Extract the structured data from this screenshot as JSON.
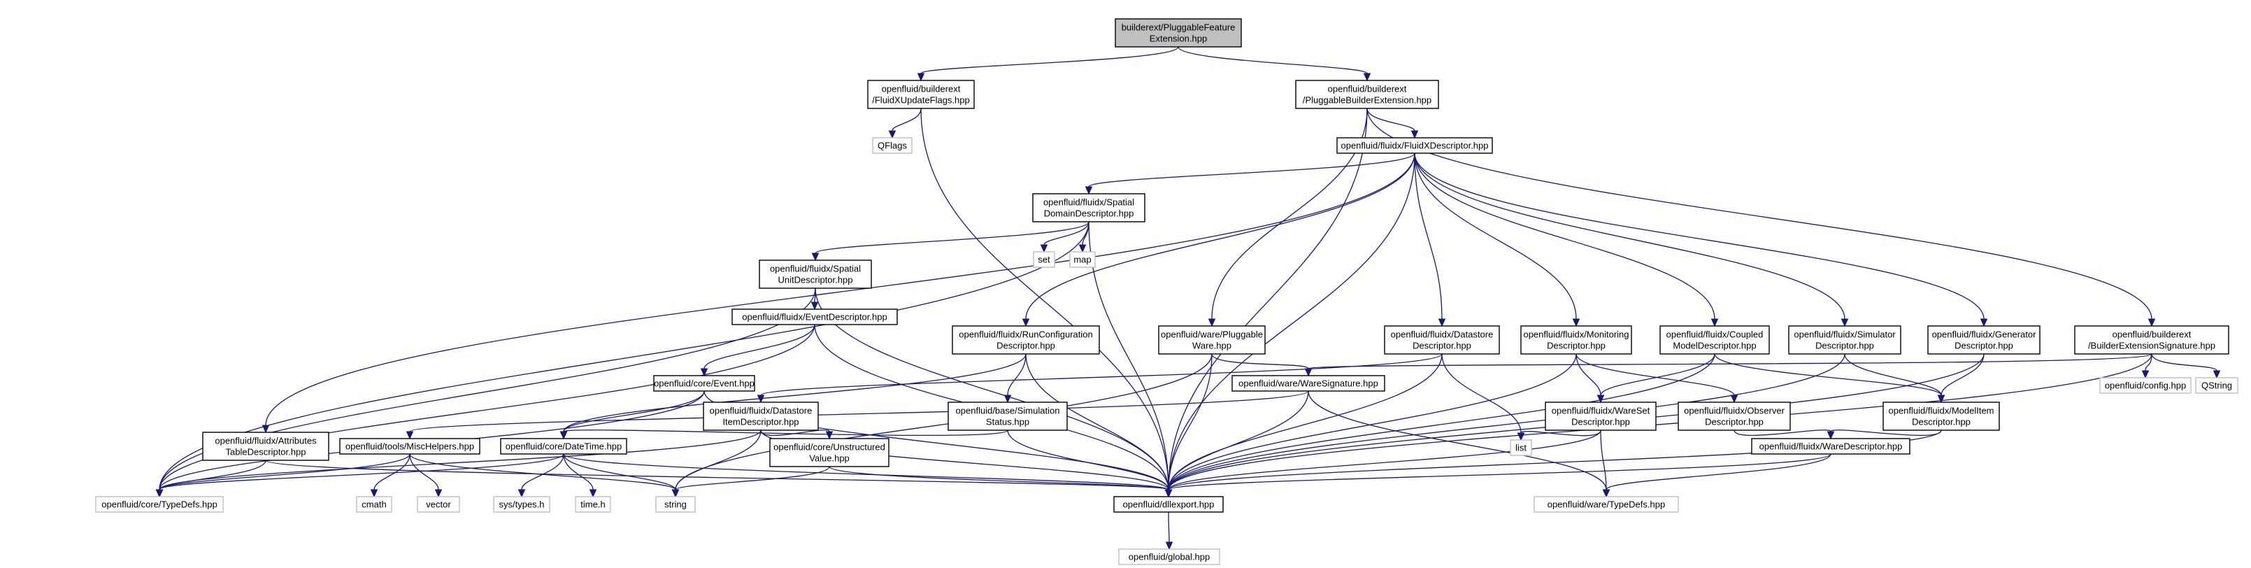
{
  "colors": {
    "edge": "#191970",
    "node_border": "#000000",
    "external_border": "#bfbfbf",
    "root_fill": "#bfbfbf",
    "node_fill": "#ffffff"
  },
  "nodes": [
    {
      "id": "root",
      "lines": [
        "builderext/PluggableFeature",
        "Extension.hpp"
      ],
      "kind": "root"
    },
    {
      "id": "fxuf",
      "lines": [
        "openfluid/builderext",
        "/FluidXUpdateFlags.hpp"
      ],
      "kind": "file"
    },
    {
      "id": "pbe",
      "lines": [
        "openfluid/builderext",
        "/PluggableBuilderExtension.hpp"
      ],
      "kind": "file"
    },
    {
      "id": "qflags",
      "lines": [
        "QFlags"
      ],
      "kind": "external"
    },
    {
      "id": "fxd",
      "lines": [
        "openfluid/fluidx/FluidXDescriptor.hpp"
      ],
      "kind": "file"
    },
    {
      "id": "sdd",
      "lines": [
        "openfluid/fluidx/Spatial",
        "DomainDescriptor.hpp"
      ],
      "kind": "file"
    },
    {
      "id": "set",
      "lines": [
        "set"
      ],
      "kind": "external"
    },
    {
      "id": "map",
      "lines": [
        "map"
      ],
      "kind": "external"
    },
    {
      "id": "sud",
      "lines": [
        "openfluid/fluidx/Spatial",
        "UnitDescriptor.hpp"
      ],
      "kind": "file"
    },
    {
      "id": "ed",
      "lines": [
        "openfluid/fluidx/EventDescriptor.hpp"
      ],
      "kind": "file"
    },
    {
      "id": "rcd",
      "lines": [
        "openfluid/fluidx/RunConfiguration",
        "Descriptor.hpp"
      ],
      "kind": "file"
    },
    {
      "id": "pw",
      "lines": [
        "openfluid/ware/Pluggable",
        "Ware.hpp"
      ],
      "kind": "file"
    },
    {
      "id": "dsd",
      "lines": [
        "openfluid/fluidx/Datastore",
        "Descriptor.hpp"
      ],
      "kind": "file"
    },
    {
      "id": "md",
      "lines": [
        "openfluid/fluidx/Monitoring",
        "Descriptor.hpp"
      ],
      "kind": "file"
    },
    {
      "id": "cmd",
      "lines": [
        "openfluid/fluidx/Coupled",
        "ModelDescriptor.hpp"
      ],
      "kind": "file"
    },
    {
      "id": "simd",
      "lines": [
        "openfluid/fluidx/Simulator",
        "Descriptor.hpp"
      ],
      "kind": "file"
    },
    {
      "id": "gend",
      "lines": [
        "openfluid/fluidx/Generator",
        "Descriptor.hpp"
      ],
      "kind": "file"
    },
    {
      "id": "bes",
      "lines": [
        "openfluid/builderext",
        "/BuilderExtensionSignature.hpp"
      ],
      "kind": "file"
    },
    {
      "id": "ev",
      "lines": [
        "openfluid/core/Event.hpp"
      ],
      "kind": "file"
    },
    {
      "id": "dsid",
      "lines": [
        "openfluid/fluidx/Datastore",
        "ItemDescriptor.hpp"
      ],
      "kind": "file"
    },
    {
      "id": "ss",
      "lines": [
        "openfluid/base/Simulation",
        "Status.hpp"
      ],
      "kind": "file"
    },
    {
      "id": "ws",
      "lines": [
        "openfluid/ware/WareSignature.hpp"
      ],
      "kind": "file"
    },
    {
      "id": "wsd",
      "lines": [
        "openfluid/fluidx/WareSet",
        "Descriptor.hpp"
      ],
      "kind": "file"
    },
    {
      "id": "od",
      "lines": [
        "openfluid/fluidx/Observer",
        "Descriptor.hpp"
      ],
      "kind": "file"
    },
    {
      "id": "mid",
      "lines": [
        "openfluid/fluidx/ModelItem",
        "Descriptor.hpp"
      ],
      "kind": "file"
    },
    {
      "id": "config",
      "lines": [
        "openfluid/config.hpp"
      ],
      "kind": "external"
    },
    {
      "id": "qstring",
      "lines": [
        "QString"
      ],
      "kind": "external"
    },
    {
      "id": "atd",
      "lines": [
        "openfluid/fluidx/Attributes",
        "TableDescriptor.hpp"
      ],
      "kind": "file"
    },
    {
      "id": "mh",
      "lines": [
        "openfluid/tools/MiscHelpers.hpp"
      ],
      "kind": "file"
    },
    {
      "id": "dt",
      "lines": [
        "openfluid/core/DateTime.hpp"
      ],
      "kind": "file"
    },
    {
      "id": "uv",
      "lines": [
        "openfluid/core/Unstructured",
        "Value.hpp"
      ],
      "kind": "file"
    },
    {
      "id": "list",
      "lines": [
        "list"
      ],
      "kind": "external"
    },
    {
      "id": "wd",
      "lines": [
        "openfluid/fluidx/WareDescriptor.hpp"
      ],
      "kind": "file"
    },
    {
      "id": "ctd",
      "lines": [
        "openfluid/core/TypeDefs.hpp"
      ],
      "kind": "external"
    },
    {
      "id": "cmath",
      "lines": [
        "cmath"
      ],
      "kind": "external"
    },
    {
      "id": "vector",
      "lines": [
        "vector"
      ],
      "kind": "external"
    },
    {
      "id": "systypes",
      "lines": [
        "sys/types.h"
      ],
      "kind": "external"
    },
    {
      "id": "timeh",
      "lines": [
        "time.h"
      ],
      "kind": "external"
    },
    {
      "id": "string",
      "lines": [
        "string"
      ],
      "kind": "external"
    },
    {
      "id": "dllexport",
      "lines": [
        "openfluid/dllexport.hpp"
      ],
      "kind": "file"
    },
    {
      "id": "wtd",
      "lines": [
        "openfluid/ware/TypeDefs.hpp"
      ],
      "kind": "external"
    },
    {
      "id": "global",
      "lines": [
        "openfluid/global.hpp"
      ],
      "kind": "external"
    }
  ],
  "edges": [
    [
      "root",
      "fxuf"
    ],
    [
      "root",
      "pbe"
    ],
    [
      "fxuf",
      "qflags"
    ],
    [
      "fxuf",
      "dllexport"
    ],
    [
      "pbe",
      "fxd"
    ],
    [
      "pbe",
      "pw"
    ],
    [
      "pbe",
      "bes"
    ],
    [
      "pbe",
      "dllexport"
    ],
    [
      "fxd",
      "sdd"
    ],
    [
      "fxd",
      "rcd"
    ],
    [
      "fxd",
      "dsd"
    ],
    [
      "fxd",
      "md"
    ],
    [
      "fxd",
      "cmd"
    ],
    [
      "fxd",
      "simd"
    ],
    [
      "fxd",
      "gend"
    ],
    [
      "fxd",
      "atd"
    ],
    [
      "fxd",
      "dllexport"
    ],
    [
      "sdd",
      "set"
    ],
    [
      "sdd",
      "map"
    ],
    [
      "sdd",
      "sud"
    ],
    [
      "sdd",
      "ctd"
    ],
    [
      "sdd",
      "dllexport"
    ],
    [
      "sud",
      "ed"
    ],
    [
      "sud",
      "ctd"
    ],
    [
      "sud",
      "dllexport"
    ],
    [
      "ed",
      "ev"
    ],
    [
      "ed",
      "ctd"
    ],
    [
      "ed",
      "dllexport"
    ],
    [
      "rcd",
      "dt"
    ],
    [
      "rcd",
      "ss"
    ],
    [
      "rcd",
      "dllexport"
    ],
    [
      "pw",
      "ws"
    ],
    [
      "pw",
      "string"
    ],
    [
      "pw",
      "dllexport"
    ],
    [
      "dsd",
      "dsid"
    ],
    [
      "dsd",
      "list"
    ],
    [
      "dsd",
      "dllexport"
    ],
    [
      "md",
      "wsd"
    ],
    [
      "md",
      "od"
    ],
    [
      "md",
      "dllexport"
    ],
    [
      "cmd",
      "wsd"
    ],
    [
      "cmd",
      "mid"
    ],
    [
      "cmd",
      "dllexport"
    ],
    [
      "simd",
      "mid"
    ],
    [
      "simd",
      "dllexport"
    ],
    [
      "gend",
      "mid"
    ],
    [
      "gend",
      "dllexport"
    ],
    [
      "bes",
      "ws"
    ],
    [
      "bes",
      "config"
    ],
    [
      "bes",
      "qstring"
    ],
    [
      "bes",
      "dllexport"
    ],
    [
      "ev",
      "dt"
    ],
    [
      "ev",
      "ctd"
    ],
    [
      "ev",
      "dllexport"
    ],
    [
      "dsid",
      "uv"
    ],
    [
      "dsid",
      "string"
    ],
    [
      "dsid",
      "ctd"
    ],
    [
      "dsid",
      "dllexport"
    ],
    [
      "ss",
      "dt"
    ],
    [
      "ss",
      "dllexport"
    ],
    [
      "ws",
      "mh"
    ],
    [
      "ws",
      "wtd"
    ],
    [
      "ws",
      "dllexport"
    ],
    [
      "wsd",
      "list"
    ],
    [
      "wsd",
      "wtd"
    ],
    [
      "wsd",
      "dllexport"
    ],
    [
      "od",
      "wd"
    ],
    [
      "mid",
      "wd"
    ],
    [
      "mid",
      "dllexport"
    ],
    [
      "atd",
      "ctd"
    ],
    [
      "atd",
      "dllexport"
    ],
    [
      "mh",
      "cmath"
    ],
    [
      "mh",
      "vector"
    ],
    [
      "mh",
      "string"
    ],
    [
      "mh",
      "ctd"
    ],
    [
      "dt",
      "systypes"
    ],
    [
      "dt",
      "timeh"
    ],
    [
      "dt",
      "string"
    ],
    [
      "dt",
      "ctd"
    ],
    [
      "dt",
      "dllexport"
    ],
    [
      "uv",
      "string"
    ],
    [
      "uv",
      "dllexport"
    ],
    [
      "wd",
      "wtd"
    ],
    [
      "wd",
      "dllexport"
    ],
    [
      "dllexport",
      "global"
    ]
  ]
}
